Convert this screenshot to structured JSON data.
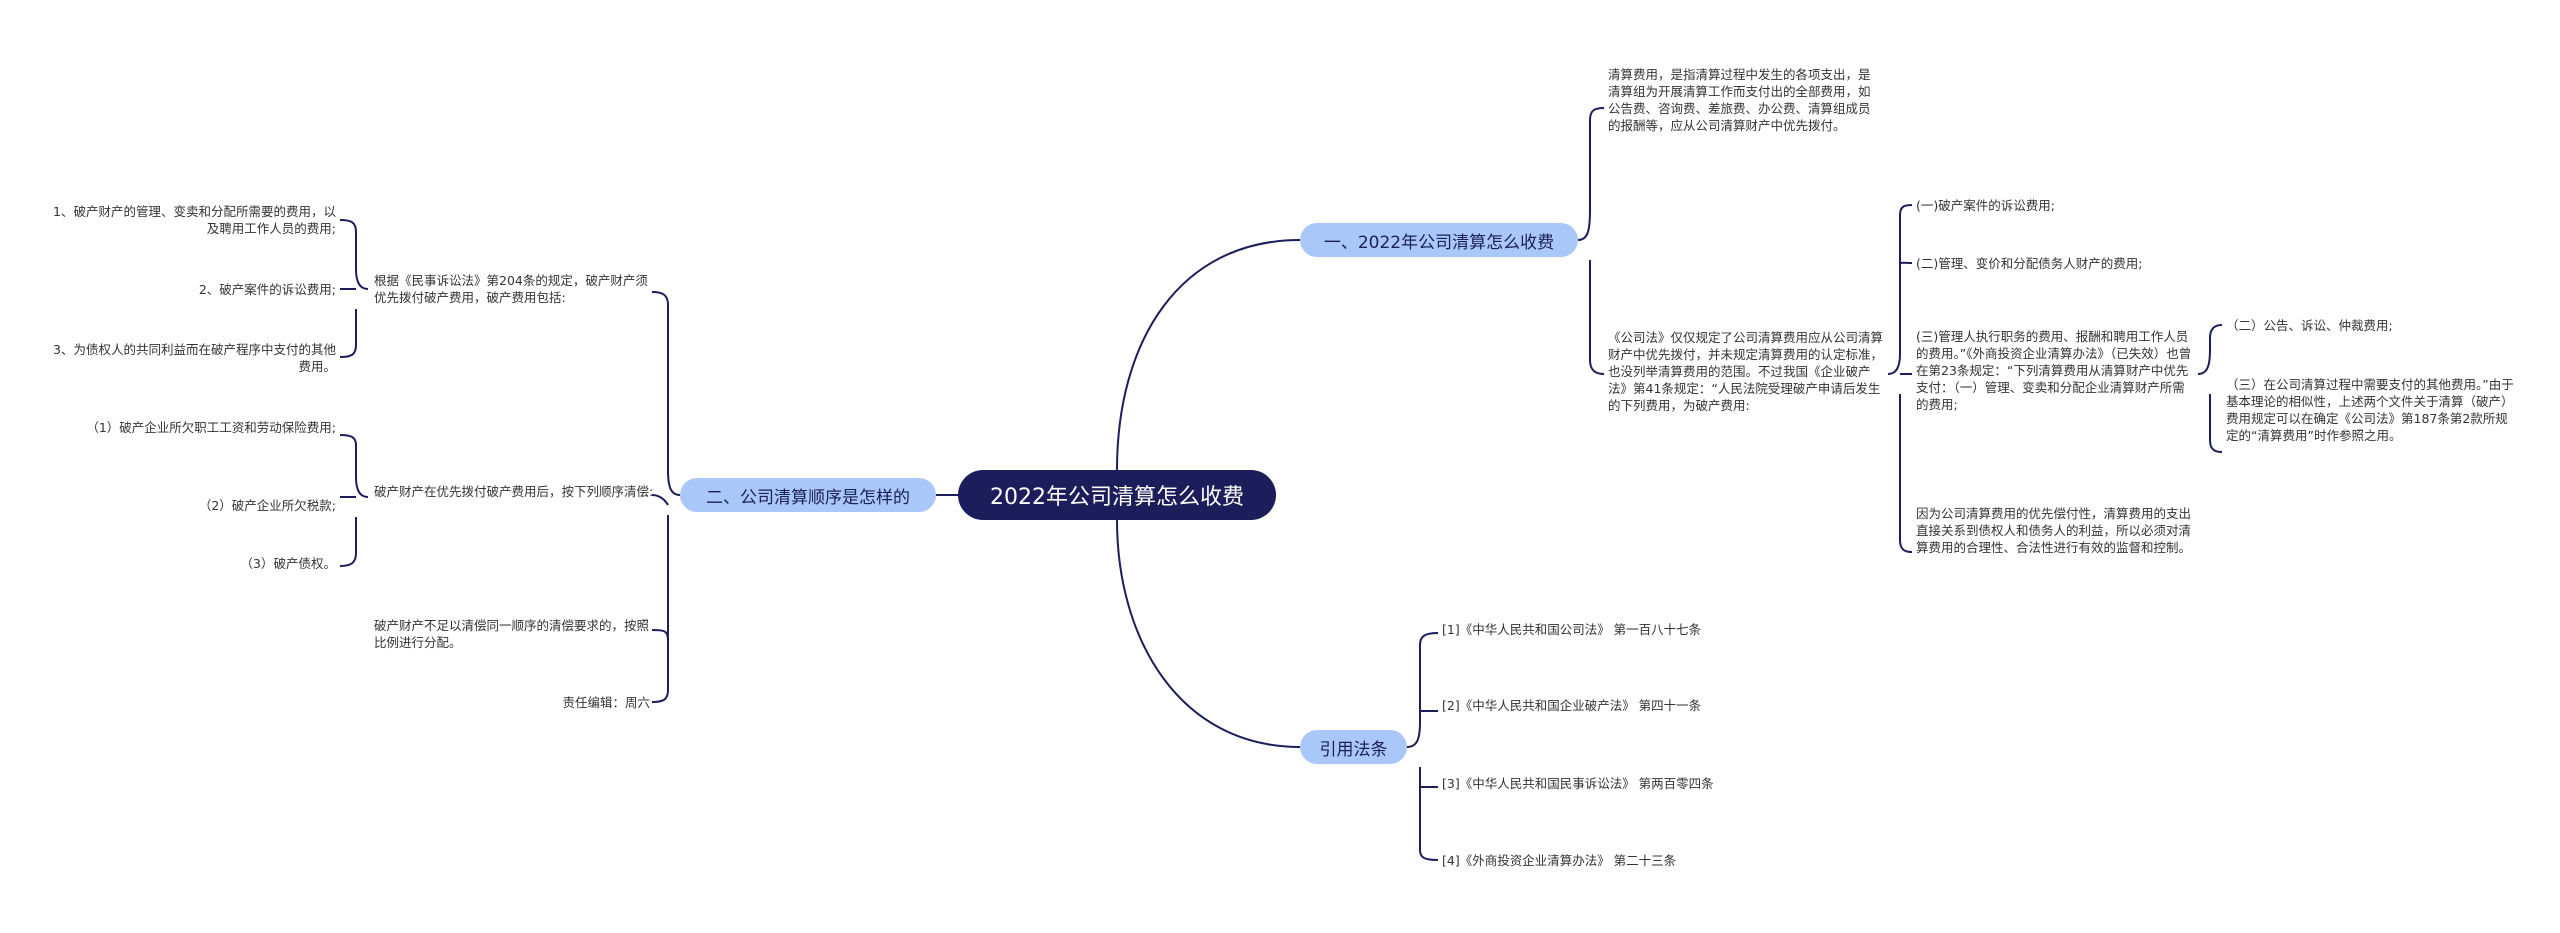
{
  "root": "2022年公司清算怎么收费",
  "branches": {
    "b1": "一、2022年公司清算怎么收费",
    "b2": "二、公司清算顺序是怎样的",
    "b3": "引用法条"
  },
  "b1": {
    "intro": "清算费用，是指清算过程中发生的各项支出，是清算组为开展清算工作而支付出的全部费用，如公告费、咨询费、差旅费、办公费、清算组成员的报酬等，应从公司清算财产中优先拨付。",
    "law": "《公司法》仅仅规定了公司清算费用应从公司清算财产中优先拨付，并未规定清算费用的认定标准，也没列举清算费用的范围。不过我国《企业破产法》第41条规定：“人民法院受理破产申请后发生的下列费用，为破产费用:",
    "items": [
      "(一)破产案件的诉讼费用;",
      "(二)管理、变价和分配债务人财产的费用;",
      "(三)管理人执行职务的费用、报酬和聘用工作人员的费用。”《外商投资企业清算办法》（已失效）也曾在第23条规定：“下列清算费用从清算财产中优先支付：（一）管理、变卖和分配企业清算财产所需的费用;",
      "因为公司清算费用的优先偿付性，清算费用的支出直接关系到债权人和债务人的利益，所以必须对清算费用的合理性、合法性进行有效的监督和控制。"
    ],
    "sub": [
      "（二）公告、诉讼、仲裁费用;",
      "（三）在公司清算过程中需要支付的其他费用。”由于基本理论的相似性，上述两个文件关于清算（破产）费用规定可以在确定《公司法》第187条第2款所规定的“清算费用”时作参照之用。"
    ]
  },
  "b2": {
    "g1": "根据《民事诉讼法》第204条的规定，破产财产须优先拨付破产费用，破产费用包括:",
    "g1_items": [
      "1、破产财产的管理、变卖和分配所需要的费用，以及聘用工作人员的费用;",
      "2、破产案件的诉讼费用;",
      "3、为债权人的共同利益而在破产程序中支付的其他费用。"
    ],
    "g2": "破产财产在优先拨付破产费用后，按下列顺序清偿:",
    "g2_items": [
      "（1）破产企业所欠职工工资和劳动保险费用;",
      "（2）破产企业所欠税款;",
      "（3）破产债权。"
    ],
    "g3": "破产财产不足以清偿同一顺序的清偿要求的，按照比例进行分配。",
    "g4": "责任编辑：周六"
  },
  "b3": {
    "items": [
      "[1]《中华人民共和国公司法》 第一百八十七条",
      "[2]《中华人民共和国企业破产法》 第四十一条",
      "[3]《中华人民共和国民事诉讼法》 第两百零四条",
      "[4]《外商投资企业清算办法》 第二十三条"
    ]
  },
  "colors": {
    "root_bg": "#1b1e5a",
    "branch_bg": "#a9c8f9",
    "line": "#1b1e5a",
    "text": "#333333"
  }
}
